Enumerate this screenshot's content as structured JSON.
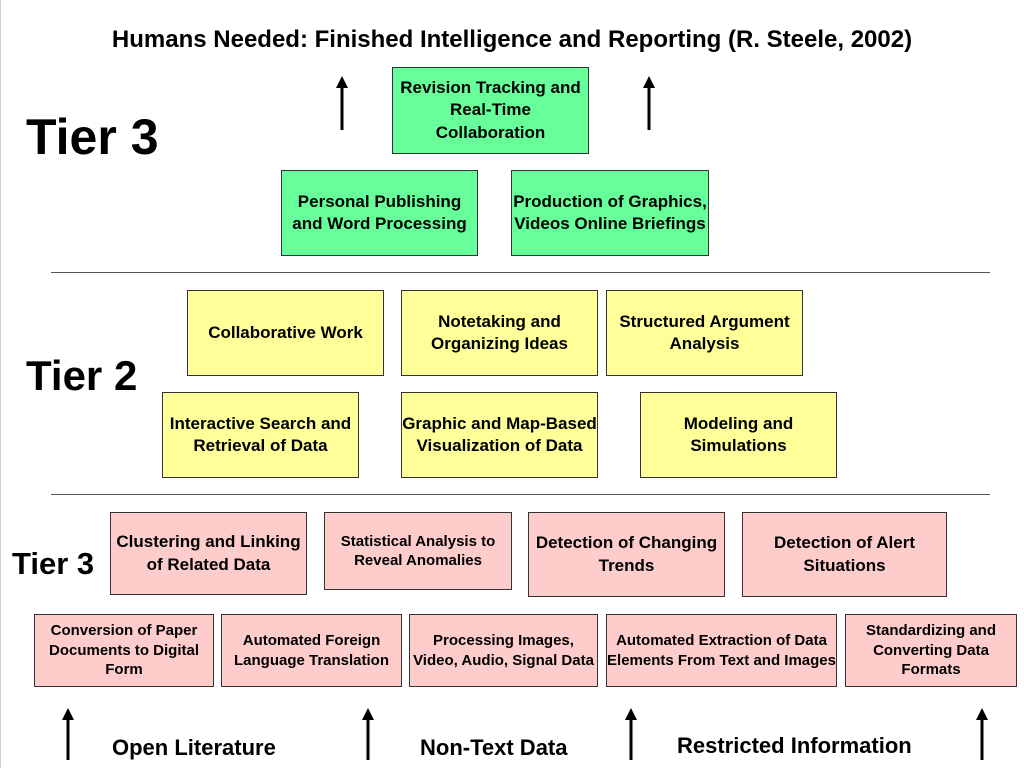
{
  "title": "Humans Needed: Finished Intelligence and Reporting (R. Steele, 2002)",
  "tiers": {
    "top": "Tier 3",
    "middle": "Tier 2",
    "bottom": "Tier 3"
  },
  "tier3_top": {
    "revision": "Revision Tracking and Real-Time Collaboration",
    "publishing": "Personal Publishing and Word Processing",
    "graphics": "Production of Graphics, Videos Online Briefings"
  },
  "tier2": {
    "collab": "Collaborative Work",
    "notetaking": "Notetaking and Organizing Ideas",
    "argument": "Structured Argument Analysis",
    "search": "Interactive Search and Retrieval of Data",
    "visualization": "Graphic and Map-Based Visualization of Data",
    "modeling": "Modeling and Simulations"
  },
  "tier3_bottom": {
    "clustering": "Clustering and Linking of Related Data",
    "statistical": "Statistical Analysis to Reveal Anomalies",
    "trends": "Detection of Changing Trends",
    "alerts": "Detection of Alert Situations"
  },
  "base": {
    "conversion": "Conversion of Paper Documents to Digital Form",
    "translation": "Automated Foreign Language Translation",
    "processing": "Processing Images, Video, Audio, Signal Data",
    "extraction": "Automated Extraction of Data Elements From Text and Images",
    "standardizing": "Standardizing and Converting Data Formats"
  },
  "sources": {
    "open": "Open Literature",
    "nontext": "Non-Text Data",
    "restricted": "Restricted Information"
  },
  "colors": {
    "tier3_top_fill": "#66ff99",
    "tier2_fill": "#ffff99",
    "tier3_bottom_fill": "#ffcccc"
  }
}
